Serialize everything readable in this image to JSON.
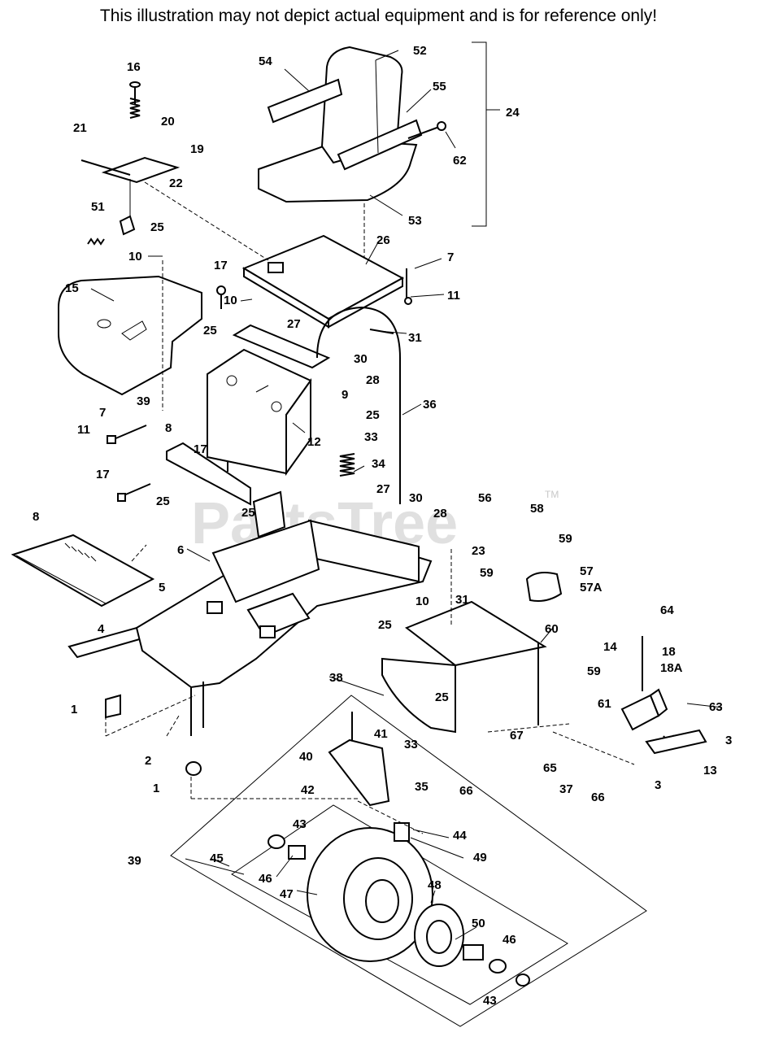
{
  "disclaimer": "This illustration may not depict actual equipment and is for reference only!",
  "watermark": {
    "text": "PartsTree",
    "trademark": "TM"
  },
  "part_labels": {
    "p1a": "1",
    "p1b": "1",
    "p2": "2",
    "p3a": "3",
    "p3b": "3",
    "p4": "4",
    "p5": "5",
    "p6": "6",
    "p7a": "7",
    "p7b": "7",
    "p8a": "8",
    "p8b": "8",
    "p9": "9",
    "p10a": "10",
    "p10b": "10",
    "p10c": "10",
    "p11a": "11",
    "p11b": "11",
    "p12": "12",
    "p13": "13",
    "p14": "14",
    "p15": "15",
    "p16": "16",
    "p17a": "17",
    "p17b": "17",
    "p17c": "17",
    "p18": "18",
    "p18a": "18A",
    "p19": "19",
    "p20": "20",
    "p21": "21",
    "p22": "22",
    "p23": "23",
    "p24": "24",
    "p25a": "25",
    "p25b": "25",
    "p25c": "25",
    "p25d": "25",
    "p25e": "25",
    "p25f": "25",
    "p25g": "25",
    "p26": "26",
    "p27a": "27",
    "p27b": "27",
    "p28a": "28",
    "p28b": "28",
    "p30a": "30",
    "p30b": "30",
    "p31a": "31",
    "p31b": "31",
    "p33a": "33",
    "p33b": "33",
    "p34": "34",
    "p35": "35",
    "p36": "36",
    "p37": "37",
    "p38": "38",
    "p39a": "39",
    "p39b": "39",
    "p40": "40",
    "p41": "41",
    "p42": "42",
    "p43a": "43",
    "p43b": "43",
    "p44": "44",
    "p45": "45",
    "p46a": "46",
    "p46b": "46",
    "p47": "47",
    "p48": "48",
    "p49": "49",
    "p50": "50",
    "p51": "51",
    "p52": "52",
    "p53": "53",
    "p54": "54",
    "p55": "55",
    "p56": "56",
    "p57": "57",
    "p57a": "57A",
    "p58": "58",
    "p59a": "59",
    "p59b": "59",
    "p59c": "59",
    "p60": "60",
    "p61": "61",
    "p62": "62",
    "p63": "63",
    "p64": "64",
    "p65": "65",
    "p66a": "66",
    "p66b": "66",
    "p67": "67"
  }
}
